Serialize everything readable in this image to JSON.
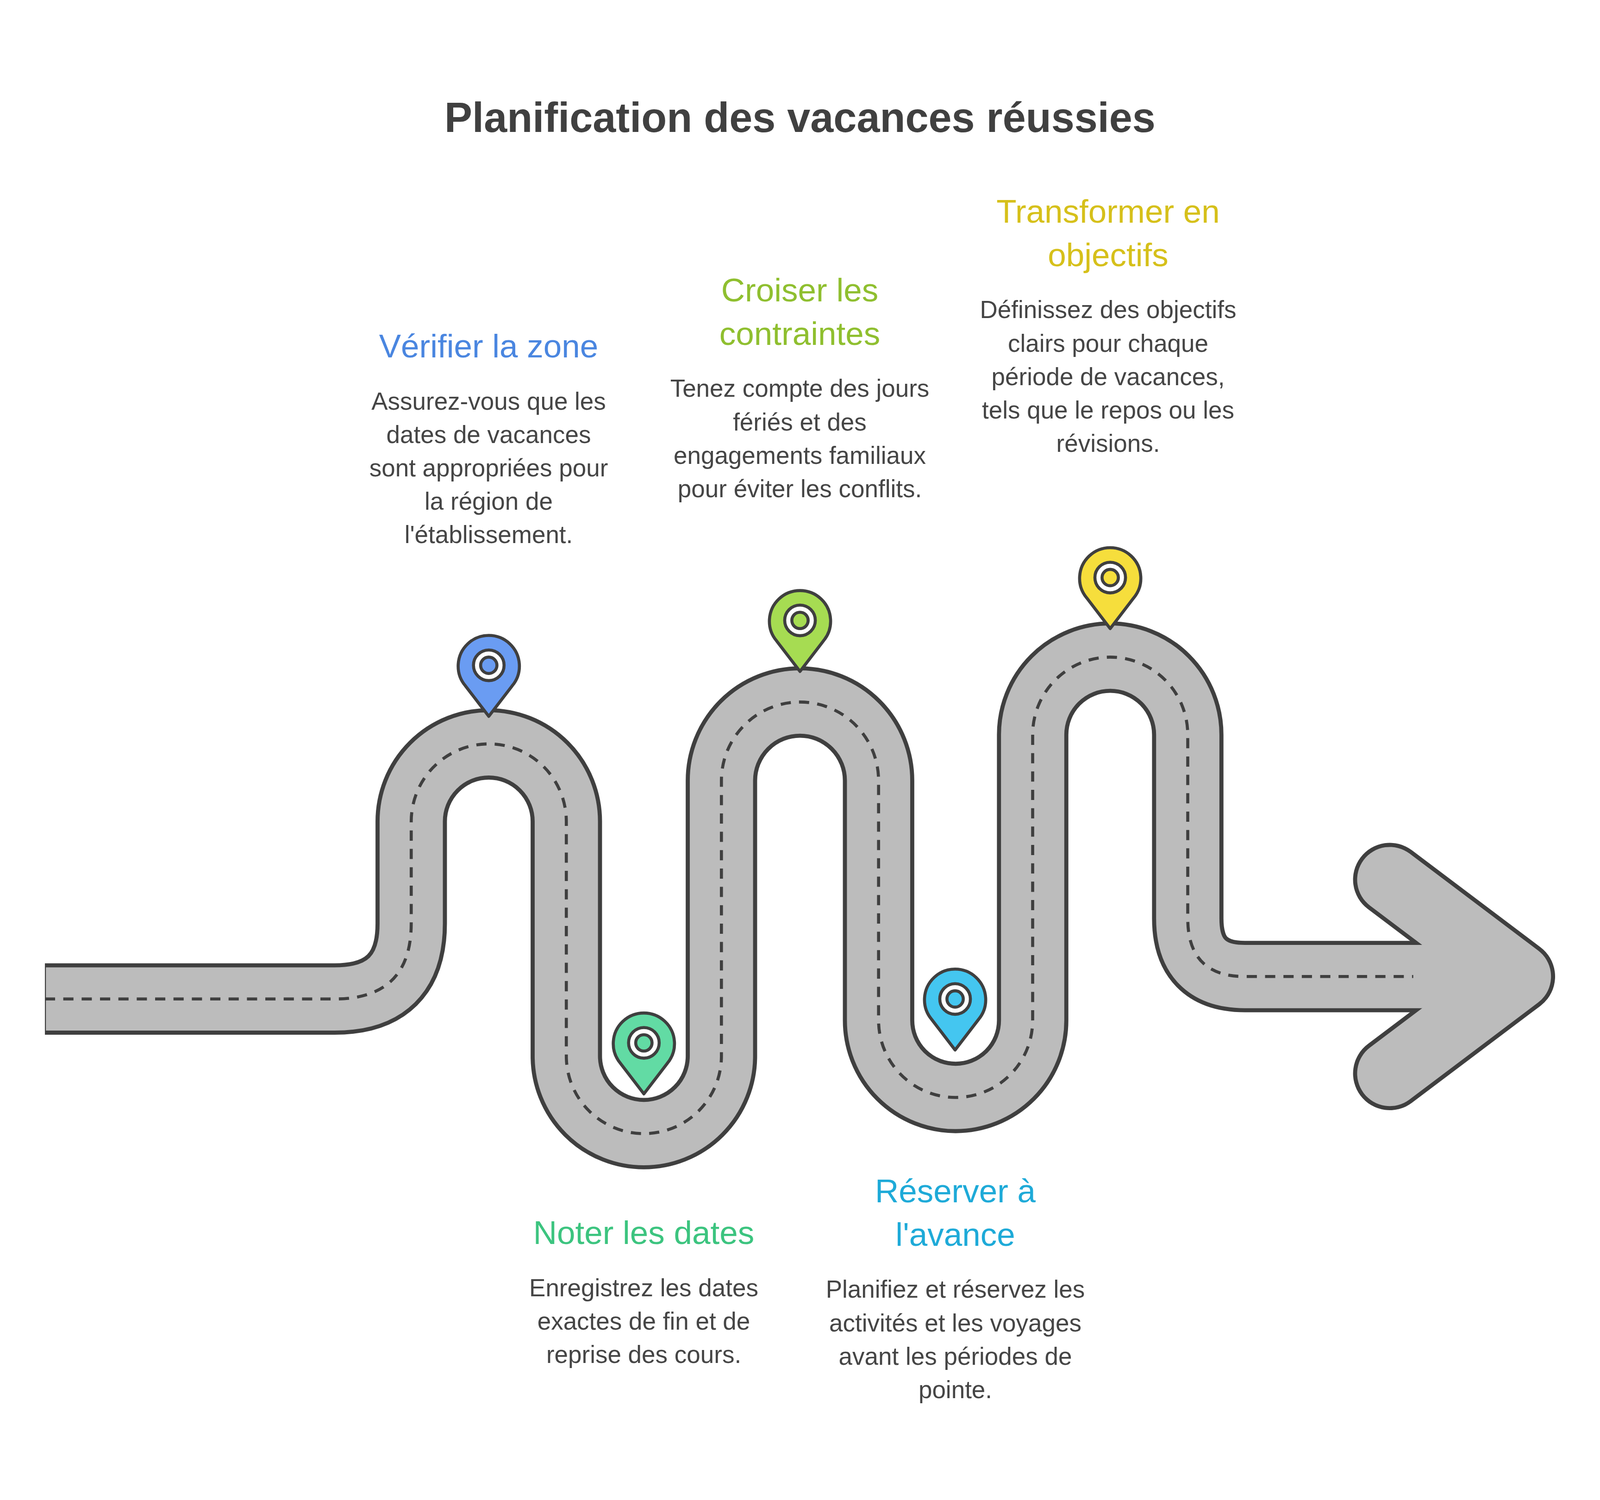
{
  "diagram": {
    "title": "Planification des vacances réussies",
    "nodes": [
      {
        "text": [
          "Vérifier la zone",
          "Assurez-vous que les dates de vacances sont appropriées pour la région de l'établissement."
        ]
      },
      {
        "text": [
          "Noter les dates",
          "Enregistrez les dates exactes de fin et de reprise des cours."
        ]
      },
      {
        "text": [
          "Croiser les contraintes",
          "Tenez compte des jours fériés et des engagements familiaux pour éviter les conflits."
        ]
      },
      {
        "text": [
          "Réserver à l'avance",
          "Planifiez et réservez les activités et les voyages avant les périodes de pointe."
        ]
      },
      {
        "text": [
          "Transformer en objectifs",
          "Définissez des objectifs clairs pour chaque période de vacances, tels que le repos ou les révisions."
        ]
      }
    ]
  }
}
